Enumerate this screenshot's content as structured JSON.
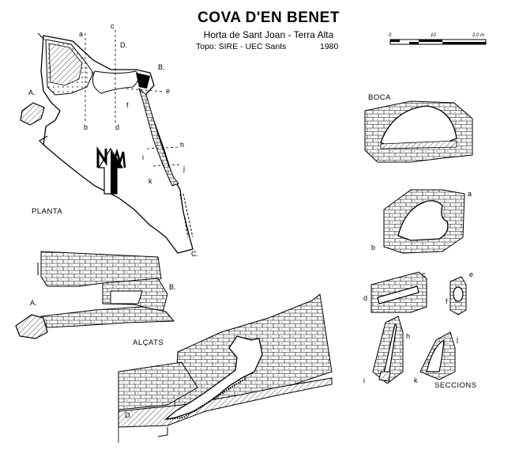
{
  "header": {
    "title": "COVA D'EN BENET",
    "subtitle": "Horta de Sant Joan - Terra Alta",
    "topo": "Topo: SIRE - UEC Sants",
    "year": "1980"
  },
  "scale": {
    "ticks": [
      "0",
      "10",
      "2,0 m"
    ]
  },
  "sections": {
    "planta": "PLANTA",
    "alcats": "ALÇATS",
    "boca": "BOCA",
    "seccions": "SECCIONS"
  },
  "point_labels": {
    "A": "A.",
    "B": "B.",
    "C": "C.",
    "D": "D.",
    "a": "a",
    "b": "b",
    "c": "c",
    "d": "d",
    "e": "e",
    "f": "f",
    "h": "h",
    "i": "i",
    "j": "j",
    "k": "k"
  },
  "colors": {
    "ink": "#000000",
    "paper": "#ffffff"
  },
  "icons": {
    "north": "north-arrow-icon"
  }
}
